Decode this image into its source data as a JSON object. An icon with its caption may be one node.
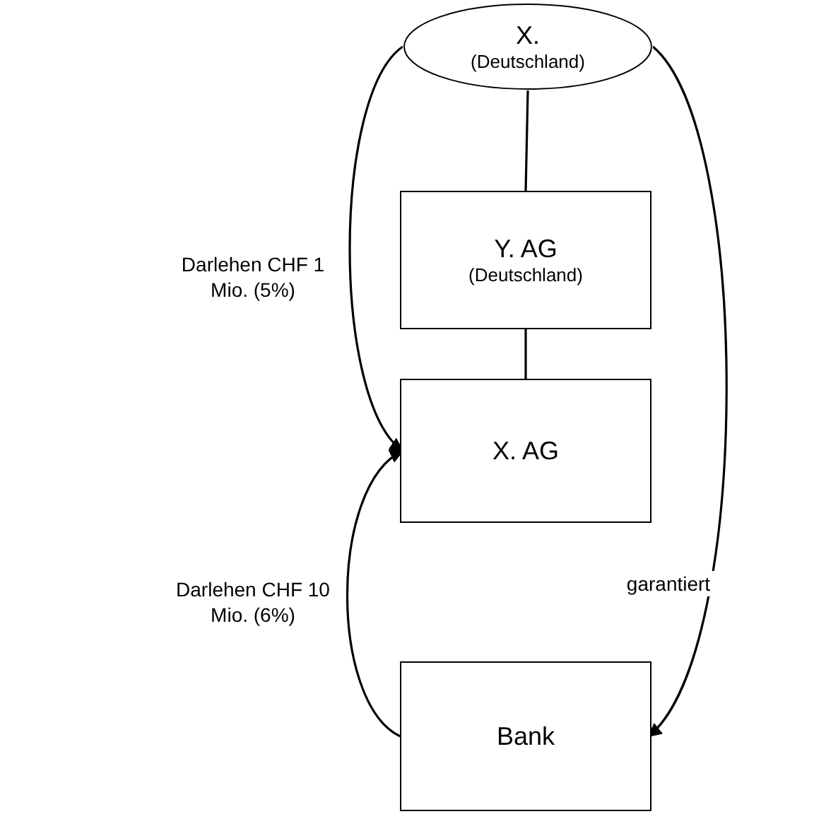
{
  "diagram": {
    "nodes": [
      {
        "text": [
          "X.",
          "(Deutschland)"
        ]
      },
      {
        "text": [
          "Y. AG",
          "(Deutschland)"
        ]
      },
      {
        "text": [
          "X. AG"
        ]
      },
      {
        "text": [
          "Bank"
        ]
      }
    ],
    "edges": [
      {
        "from": 0,
        "to": 1,
        "arrow": "none"
      },
      {
        "from": 1,
        "to": 2,
        "arrow": "none"
      },
      {
        "from": 0,
        "to": 2,
        "arrow": "to",
        "label": "Darlehen CHF 1 Mio. (5%)"
      },
      {
        "from": 3,
        "to": 2,
        "arrow": "to",
        "label": "Darlehen CHF 10 Mio. (6%)"
      },
      {
        "from": 0,
        "to": 3,
        "arrow": "to",
        "label": "garantiert"
      }
    ]
  }
}
